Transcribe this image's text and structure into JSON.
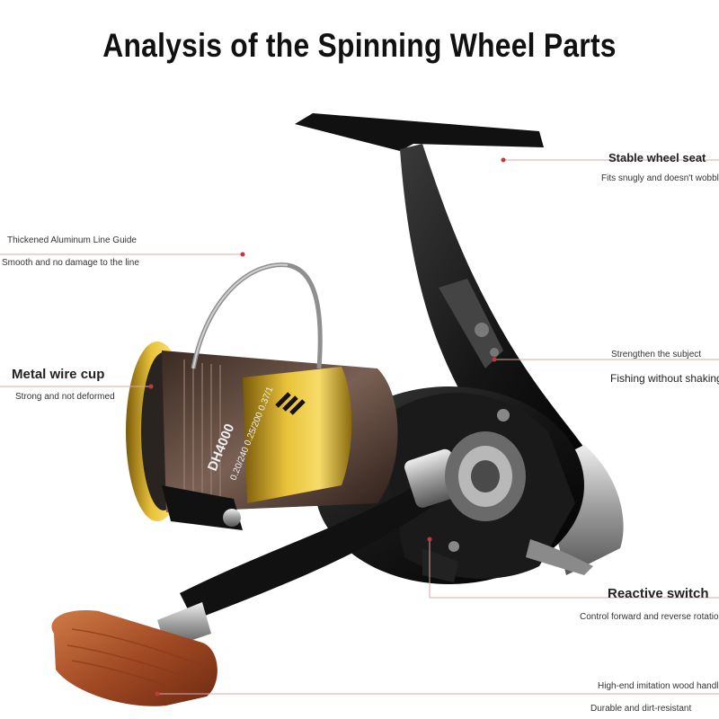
{
  "title": "Analysis of the Spinning Wheel Parts",
  "reel_model_text": "DH4000",
  "reel_line_spec_text": "0.20/240 0.25/200 0.37/1",
  "accent_color": "#c03a3a",
  "callouts": {
    "wheel_seat": {
      "title": "Stable wheel seat",
      "desc": "Fits snugly and doesn't wobble"
    },
    "line_guide": {
      "title": "Thickened Aluminum Line Guide",
      "desc": "Smooth and no damage to the line"
    },
    "wire_cup": {
      "title": "Metal wire cup",
      "desc": "Strong and not deformed"
    },
    "body": {
      "title": "Strengthen the subject",
      "desc": "Fishing without shaking"
    },
    "switch": {
      "title": "Reactive switch",
      "desc": "Control forward and reverse rotation"
    },
    "handle": {
      "title": "High-end imitation wood handle",
      "desc": "Durable and dirt-resistant"
    }
  }
}
